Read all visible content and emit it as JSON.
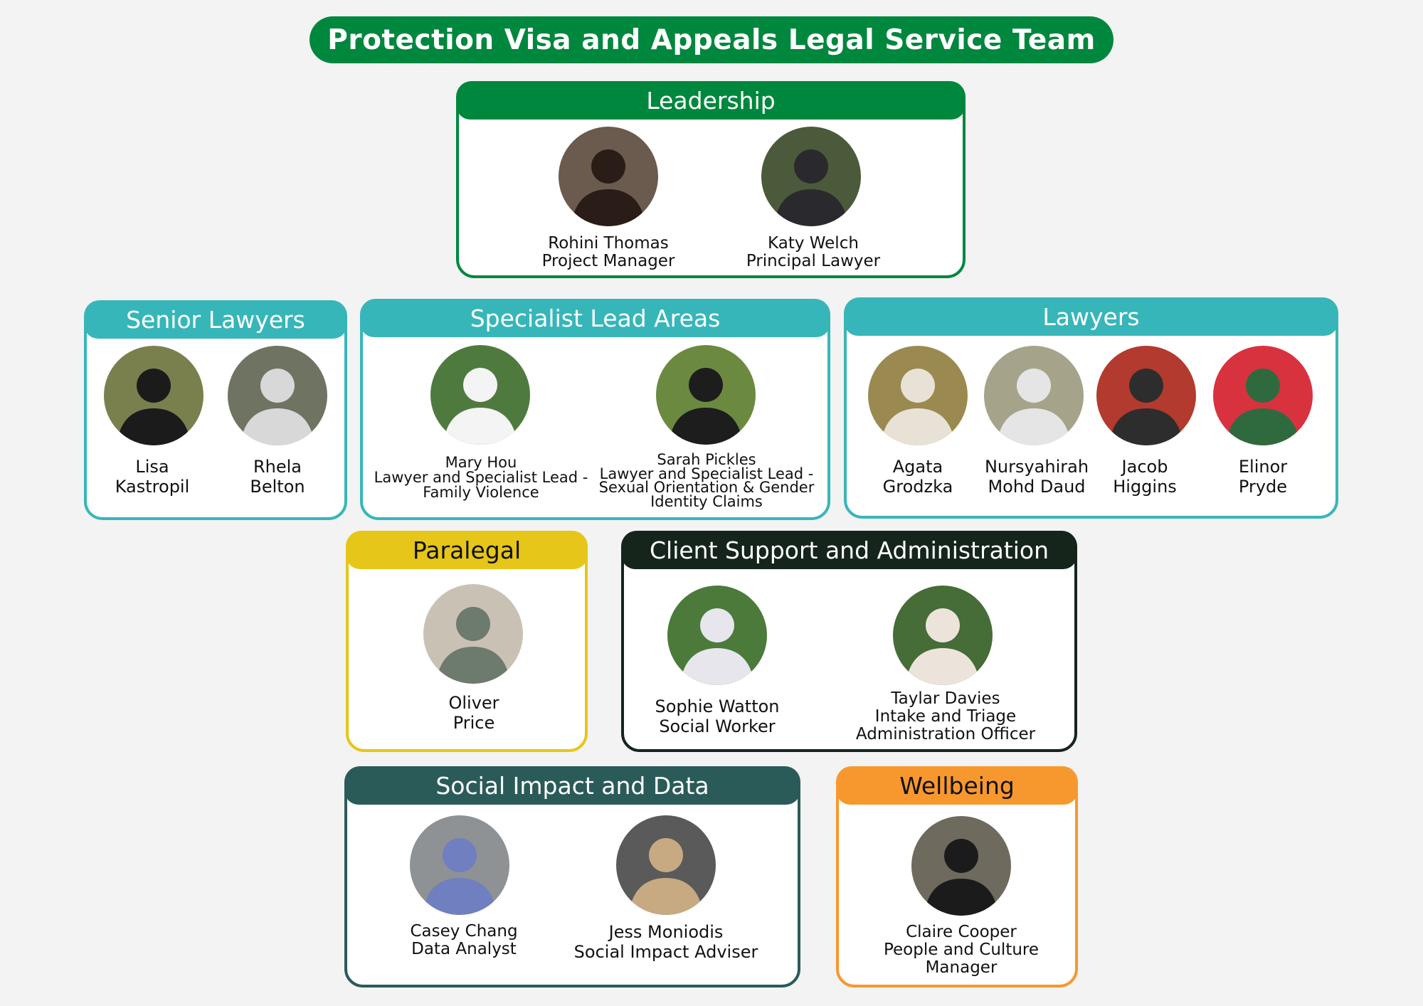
{
  "title": "Protection Visa and Appeals Legal Service Team",
  "colors": {
    "green": "#00873e",
    "teal": "#37b6ba",
    "yellow": "#e6c619",
    "black": "#15251c",
    "slate": "#2b5b59",
    "orange": "#f7982f"
  },
  "groups": {
    "leadership": {
      "label": "Leadership",
      "members": [
        {
          "line1": "Rohini Thomas",
          "line2": "Project Manager"
        },
        {
          "line1": "Katy Welch",
          "line2": "Principal Lawyer"
        }
      ]
    },
    "senior_lawyers": {
      "label": "Senior Lawyers",
      "members": [
        {
          "line1": "Lisa",
          "line2": "Kastropil"
        },
        {
          "line1": "Rhela",
          "line2": "Belton"
        }
      ]
    },
    "specialist": {
      "label": "Specialist Lead Areas",
      "members": [
        {
          "line1": "Mary Hou",
          "line2": "Lawyer and Specialist Lead -",
          "line3": "Family Violence"
        },
        {
          "line1": "Sarah Pickles",
          "line2": "Lawyer and Specialist Lead -",
          "line3": "Sexual Orientation & Gender",
          "line4": "Identity Claims"
        }
      ]
    },
    "lawyers": {
      "label": "Lawyers",
      "members": [
        {
          "line1": "Agata",
          "line2": "Grodzka"
        },
        {
          "line1": "Nursyahirah",
          "line2": "Mohd Daud"
        },
        {
          "line1": "Jacob",
          "line2": "Higgins"
        },
        {
          "line1": "Elinor",
          "line2": "Pryde"
        }
      ]
    },
    "paralegal": {
      "label": "Paralegal",
      "members": [
        {
          "line1": "Oliver",
          "line2": "Price"
        }
      ]
    },
    "client_support": {
      "label": "Client Support and Administration",
      "members": [
        {
          "line1": "Sophie Watton",
          "line2": "Social Worker"
        },
        {
          "line1": "Taylar Davies",
          "line2": "Intake and Triage",
          "line3": "Administration Officer"
        }
      ]
    },
    "social_impact": {
      "label": "Social Impact and Data",
      "members": [
        {
          "line1": "Casey Chang",
          "line2": "Data Analyst"
        },
        {
          "line1": "Jess Moniodis",
          "line2": "Social Impact Adviser"
        }
      ]
    },
    "wellbeing": {
      "label": "Wellbeing",
      "members": [
        {
          "line1": "Claire Cooper",
          "line2": "People and Culture",
          "line3": "Manager"
        }
      ]
    }
  }
}
